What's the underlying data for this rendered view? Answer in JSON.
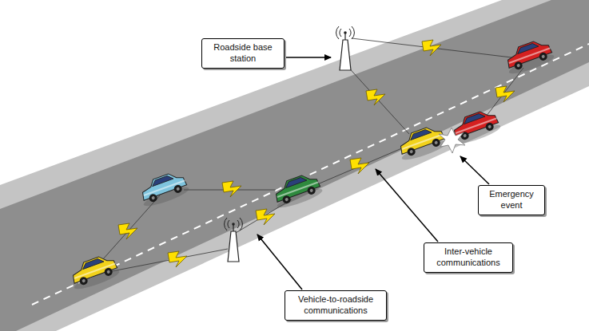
{
  "diagram": {
    "nodes": [
      {
        "text": [
          "Roadside base station"
        ]
      },
      {
        "text": [
          "Emergency event"
        ]
      },
      {
        "text": [
          "Inter-vehicle communications"
        ]
      },
      {
        "text": [
          "Vehicle-to-roadside communications"
        ]
      }
    ]
  }
}
